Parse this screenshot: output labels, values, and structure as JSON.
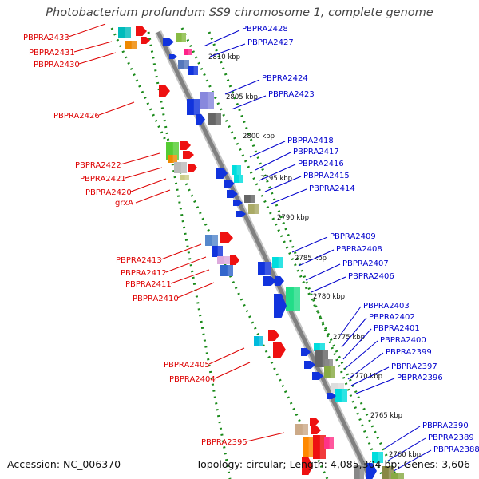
{
  "title": "Photobacterium profundum SS9 chromosome 1, complete genome",
  "footer": {
    "accession": "Accession: NC_006370",
    "summary": "Topology: circular; Length: 4,085,304 bp; Genes: 3,606"
  },
  "ticks": [
    "2810 kbp",
    "2805 kbp",
    "2800 kbp",
    "2795 kbp",
    "2790 kbp",
    "2785 kbp",
    "2780 kbp",
    "2775 kbp",
    "2770 kbp",
    "2765 kbp",
    "2760 kbp"
  ],
  "left_labels": [
    "PBPRA2433",
    "PBPRA2431",
    "PBPRA2430",
    "PBPRA2426",
    "PBPRA2422",
    "PBPRA2421",
    "PBPRA2420",
    "grxA",
    "PBPRA2413",
    "PBPRA2412",
    "PBPRA2411",
    "PBPRA2410",
    "PBPRA2405",
    "PBPRA2404",
    "PBPRA2395"
  ],
  "right_labels": [
    "PBPRA2428",
    "PBPRA2427",
    "PBPRA2424",
    "PBPRA2423",
    "PBPRA2418",
    "PBPRA2417",
    "PBPRA2416",
    "PBPRA2415",
    "PBPRA2414",
    "PBPRA2409",
    "PBPRA2408",
    "PBPRA2407",
    "PBPRA2406",
    "PBPRA2403",
    "PBPRA2402",
    "PBPRA2401",
    "PBPRA2400",
    "PBPRA2399",
    "PBPRA2397",
    "PBPRA2396",
    "PBPRA2390",
    "PBPRA2389",
    "PBPRA2388"
  ],
  "colors": {
    "forward_label": "#0000cc",
    "reverse_label": "#dd0000",
    "backbone": "#808080",
    "guide": "#1a8a1a"
  }
}
